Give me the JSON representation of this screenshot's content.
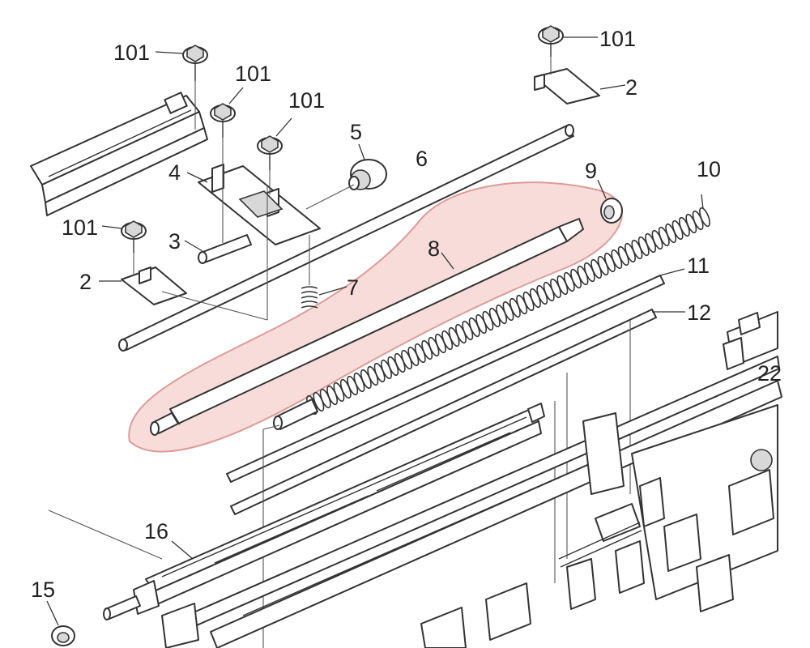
{
  "diagram": {
    "callouts": [
      {
        "id": "c101a",
        "label": "101"
      },
      {
        "id": "c101b",
        "label": "101"
      },
      {
        "id": "c101c",
        "label": "101"
      },
      {
        "id": "c101d",
        "label": "101"
      },
      {
        "id": "c101e",
        "label": "101"
      },
      {
        "id": "c2a",
        "label": "2"
      },
      {
        "id": "c2b",
        "label": "2"
      },
      {
        "id": "c3",
        "label": "3"
      },
      {
        "id": "c4",
        "label": "4"
      },
      {
        "id": "c5",
        "label": "5"
      },
      {
        "id": "c6",
        "label": "6"
      },
      {
        "id": "c7",
        "label": "7"
      },
      {
        "id": "c8",
        "label": "8"
      },
      {
        "id": "c9",
        "label": "9"
      },
      {
        "id": "c10",
        "label": "10"
      },
      {
        "id": "c11",
        "label": "11"
      },
      {
        "id": "c12",
        "label": "12"
      },
      {
        "id": "c15",
        "label": "15"
      },
      {
        "id": "c16",
        "label": "16"
      },
      {
        "id": "c22",
        "label": "22"
      }
    ],
    "highlight": {
      "target_label": "8",
      "fill": "#f7d6d3",
      "stroke": "#d98a86"
    },
    "line_color": "#333333"
  }
}
